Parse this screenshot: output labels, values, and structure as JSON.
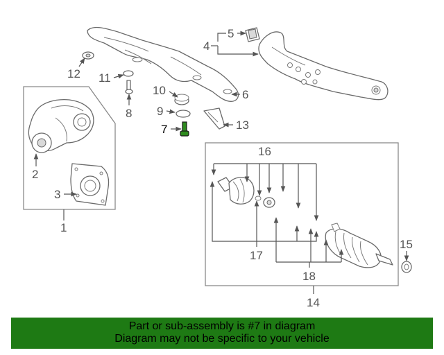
{
  "highlight_color": "#2e8b1e",
  "footer": {
    "background": "#1e7a14",
    "line1": "Part or sub-assembly is #7 in diagram",
    "line2": "Diagram may not be specific to your vehicle"
  },
  "callouts": {
    "c1": "1",
    "c2": "2",
    "c3": "3",
    "c4": "4",
    "c5": "5",
    "c6": "6",
    "c7": "7",
    "c8": "8",
    "c9": "9",
    "c10": "10",
    "c11": "11",
    "c12": "12",
    "c13": "13",
    "c14": "14",
    "c15": "15",
    "c16": "16",
    "c17": "17",
    "c18": "18"
  }
}
